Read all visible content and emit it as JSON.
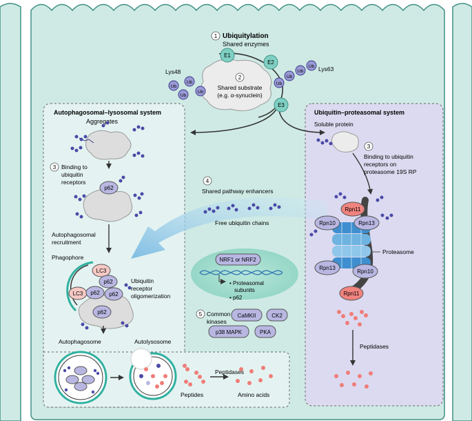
{
  "colors": {
    "cell_fill": "#cfeae4",
    "cell_stroke": "#3f8f85",
    "panel_left_fill": "#e4f3f1",
    "panel_right_fill": "#dcdaf0",
    "enzyme_fill": "#7fd0c3",
    "ub_fill": "#9a9ad6",
    "receptor_fill": "#b9b7e2",
    "rpn11_fill": "#f0837e",
    "lc3_fill": "#f6c9c4",
    "peptide_fill": "#ef7d78",
    "arrow_blue": "#93c9e8",
    "proteasome_blue": "#5aa8d8"
  },
  "header": {
    "step1_num": "1",
    "step1_title": "Ubiquitylation",
    "step1_sub": "Shared enzymes",
    "e1": "E1",
    "e2": "E2",
    "e3": "E3",
    "lys48": "Lys48",
    "lys63": "Lys63",
    "ub": "Ub",
    "step2_num": "2",
    "substrate_line1": "Shared substrate",
    "substrate_line2": "(e.g. α-synuclein)"
  },
  "left_panel": {
    "title": "Autophagosomal–lysosomal system",
    "aggregates": "Aggregates",
    "step3_num": "3",
    "binding_line1": "Binding to",
    "binding_line2": "ubiquitin",
    "binding_line3": "receptors",
    "p62": "p62",
    "recruit_line1": "Autophagosomal",
    "recruit_line2": "recruitment",
    "phagophore": "Phagophore",
    "lc3": "LC3",
    "olig_line1": "Ubiquitin",
    "olig_line2": "receptor",
    "olig_line3": "oligomerization",
    "autophagosome": "Autophagosome",
    "autolysosome": "Autolysosome",
    "peptides": "Peptides",
    "peptidases": "Peptidases",
    "amino_acids": "Amino acids"
  },
  "middle": {
    "step4_num": "4",
    "enhancers": "Shared pathway enhancers",
    "free_chains": "Free ubiquitin chains",
    "nrf": "NRF1 or NRF2",
    "prot_line1": "• Proteasomal",
    "prot_line2": "subunits",
    "p62_bullet": "• p62",
    "step5_num": "5",
    "kinases_line1": "Common",
    "kinases_line2": "kinases",
    "camkii": "CaMKII",
    "ck2": "CK2",
    "p38": "p38 MAPK",
    "pka": "PKA"
  },
  "right_panel": {
    "title": "Ubiquitin–proteasomal system",
    "soluble": "Soluble protein",
    "step3_num": "3",
    "bind_line1": "Binding to ubiquitin",
    "bind_line2": "receptors on",
    "bind_line3": "proteasome 19S RP",
    "rpn11": "Rpn11",
    "rpn10": "Rpn10",
    "rpn13": "Rpn13",
    "proteasome": "Proteasome",
    "peptidases": "Peptidases"
  }
}
